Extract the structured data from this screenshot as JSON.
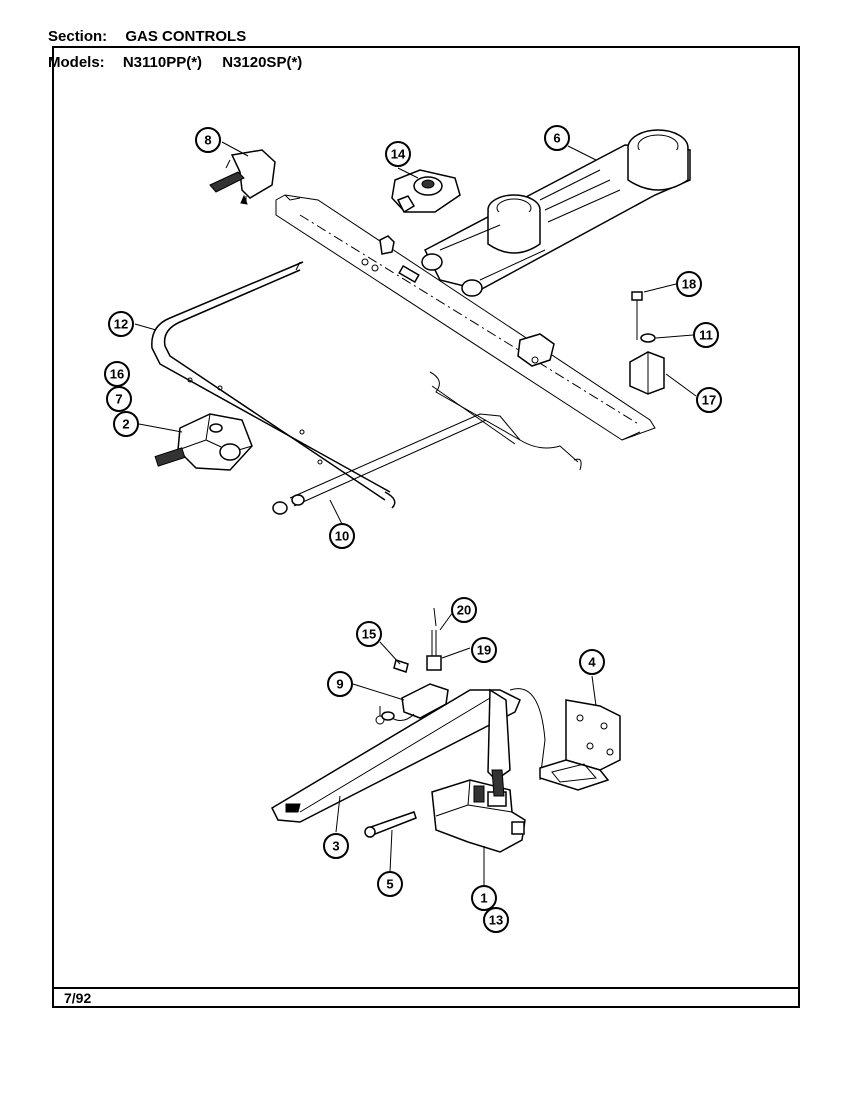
{
  "header": {
    "section_label": "Section:",
    "section_value": "GAS CONTROLS",
    "models_label": "Models:",
    "model_1": "N3110PP(*)",
    "model_2": "N3120SP(*)"
  },
  "footer": {
    "date": "7/92"
  },
  "callouts": {
    "c8": "8",
    "c14": "14",
    "c6": "6",
    "c18": "18",
    "c11": "11",
    "c17": "17",
    "c12": "12",
    "c16": "16",
    "c7": "7",
    "c2": "2",
    "c10": "10",
    "c20": "20",
    "c15": "15",
    "c19": "19",
    "c9": "9",
    "c4": "4",
    "c3": "3",
    "c5": "5",
    "c1": "1",
    "c13": "13"
  }
}
